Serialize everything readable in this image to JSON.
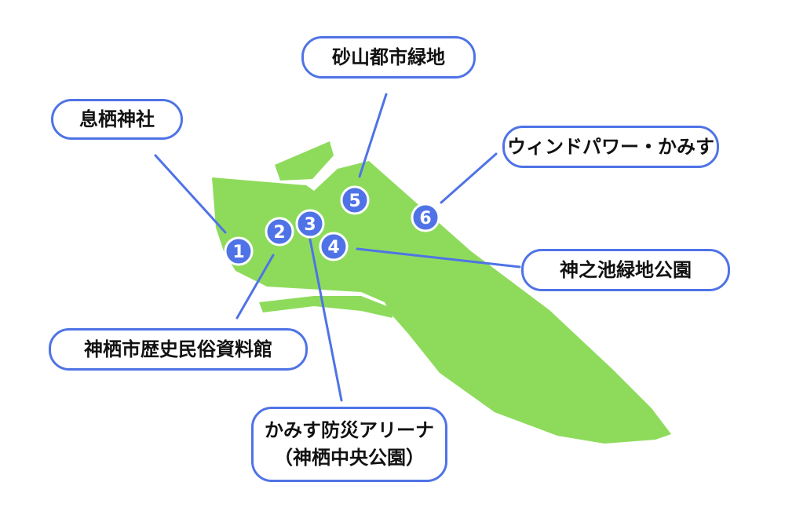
{
  "colors": {
    "land": "#8edb5c",
    "accent": "#4f73e6",
    "marker_fill": "#4f73e6",
    "marker_text": "#ffffff",
    "label_border": "#4f73e6",
    "text": "#111111"
  },
  "markers": [
    {
      "number": "1"
    },
    {
      "number": "2"
    },
    {
      "number": "3"
    },
    {
      "number": "4"
    },
    {
      "number": "5"
    },
    {
      "number": "6"
    }
  ],
  "labels": {
    "okisu_shrine": "息栖神社",
    "history_museum": "神栖市歴史民俗資料館",
    "arena_line1": "かみす防災アリーナ",
    "arena_line2": "（神栖中央公園）",
    "kaminoike_park": "神之池緑地公園",
    "sunayama_green": "砂山都市緑地",
    "wind_power": "ウィンドパワー・かみす"
  }
}
